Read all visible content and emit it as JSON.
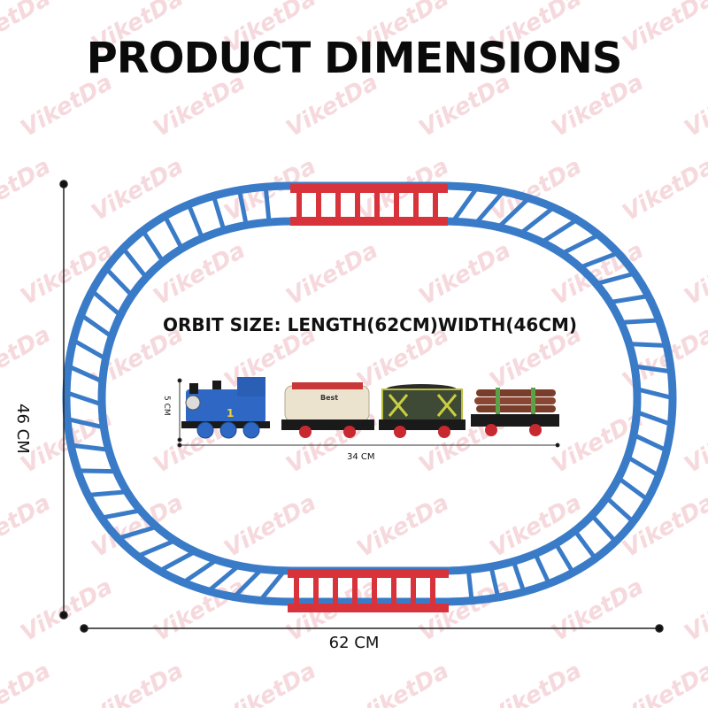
{
  "title": "PRODUCT DIMENSIONS",
  "orbit_size": "ORBIT SIZE: LENGTH(62CM)WIDTH(46CM)",
  "dimensions": {
    "length": "62 CM",
    "width": "46 CM",
    "train_length": "34 CM",
    "train_height": "5 CM"
  },
  "watermark": "ViketDa",
  "locomotive_number": "1",
  "tanker_text": "Best",
  "colors": {
    "track_blue": "#3a7bc8",
    "track_red": "#d8333b",
    "title": "#0a0a0a",
    "watermark": "#f6d9dd"
  }
}
